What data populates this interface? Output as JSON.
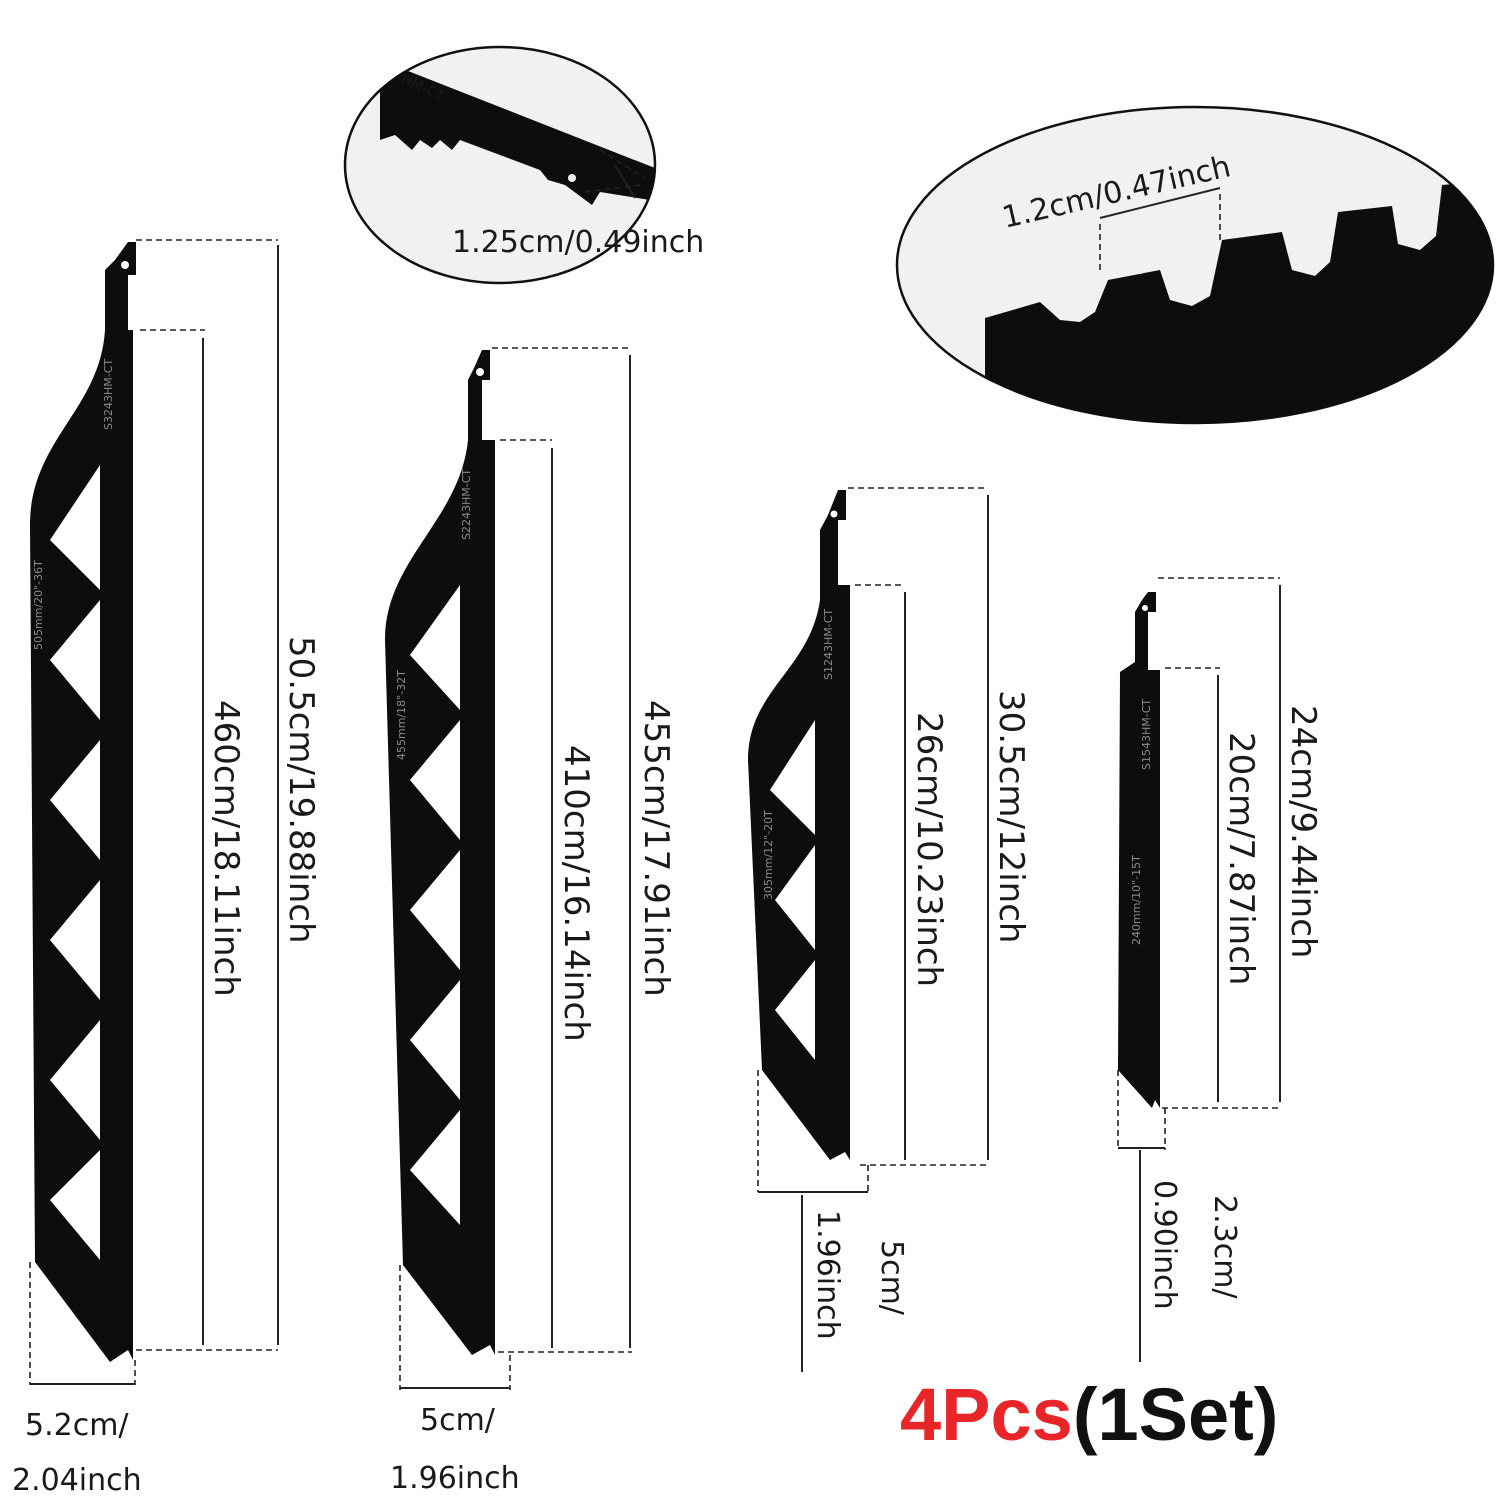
{
  "title": {
    "count": "4Pcs",
    "set": "(1Set)"
  },
  "colors": {
    "accent": "#e8262a",
    "blade": "#0d0d0d",
    "background": "#ffffff"
  },
  "details": {
    "tang": {
      "code": "HM-CT",
      "width": "1.25cm/0.49inch"
    },
    "teeth": {
      "pitch": "1.2cm/0.47inch"
    }
  },
  "blades": [
    {
      "code": "S3243HM-CT",
      "spec": "505mm/20\"-36T",
      "total": "50.5cm/19.88inch",
      "teeth": "460cm/18.11inch",
      "width_line1": "5.2cm/",
      "width_line2": "2.04inch"
    },
    {
      "code": "S2243HM-CT",
      "spec": "455mm/18\"-32T",
      "total": "455cm/17.91inch",
      "teeth": "410cm/16.14inch",
      "width_line1": "5cm/",
      "width_line2": "1.96inch"
    },
    {
      "code": "S1243HM-CT",
      "spec": "305mm/12\"-20T",
      "total": "30.5cm/12inch",
      "teeth": "26cm/10.23inch",
      "width_line1": "5cm/",
      "width_line2": "1.96inch"
    },
    {
      "code": "S1543HM-CT",
      "spec": "240mm/10\"-15T",
      "total": "24cm/9.44inch",
      "teeth": "20cm/7.87inch",
      "width_line1": "2.3cm/",
      "width_line2": "0.90inch"
    }
  ]
}
